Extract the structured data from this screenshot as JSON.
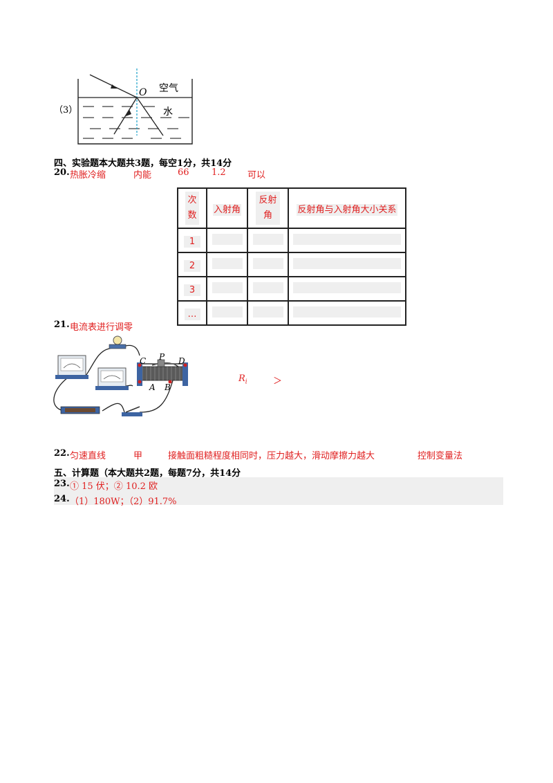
{
  "q19": {
    "part_label": "（3）",
    "air_label": "空气",
    "water_label": "水",
    "point_label": "O"
  },
  "section4": {
    "heading": "四、实验题本大题共3题，每空1分，共14分"
  },
  "q20": {
    "num": "20.",
    "answers": [
      "热胀冷缩",
      "内能",
      "66",
      "1.2",
      "可以"
    ]
  },
  "table": {
    "header": {
      "col1_line1": "次",
      "col1_line2": "数",
      "col2": "入射角",
      "col3_line1": "反射",
      "col3_line2": "角",
      "col4": "反射角与入射角大小关系"
    },
    "rows": [
      "1",
      "2",
      "3",
      "…"
    ]
  },
  "q21": {
    "num": "21.",
    "answer": "电流表进行调零",
    "labels": {
      "C": "C",
      "P": "P",
      "D": "D",
      "A": "A",
      "B": "B"
    },
    "r_symbol": "R",
    "r_sub": "i",
    "compare": "＞"
  },
  "q22": {
    "num": "22.",
    "answers": [
      "匀速直线",
      "甲",
      "接触面粗糙程度相同时，压力越大，滑动摩擦力越大",
      "控制变量法"
    ]
  },
  "section5": {
    "heading": "五、计算题（本大题共2题，每题7分，共14分"
  },
  "q23": {
    "num": "23.",
    "answer": "① 15 伏；② 10.2 欧"
  },
  "q24": {
    "num": "24.",
    "answer": "（1）180W；（2）91.7%"
  },
  "colors": {
    "answer_red": "#e02020",
    "shade_gray": "#efefef",
    "normal_dashed": "#1aa0c8"
  }
}
